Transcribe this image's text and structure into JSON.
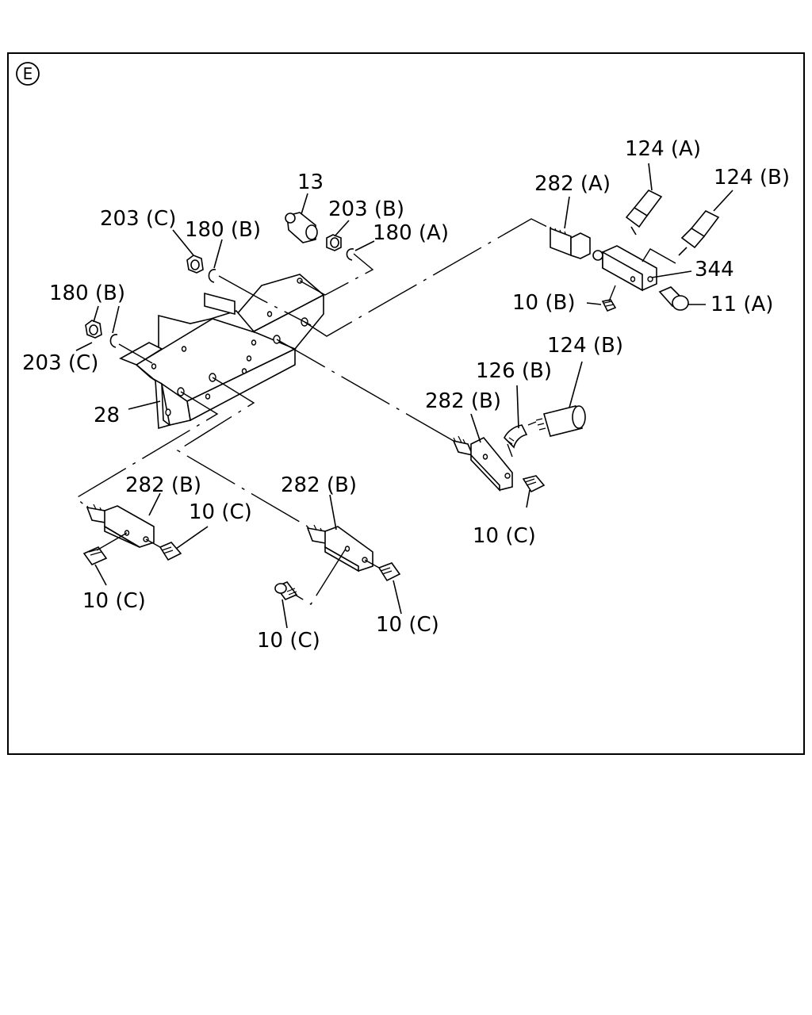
{
  "view_marker": "E",
  "labels": {
    "l13": "13",
    "l203b": "203 (B)",
    "l180a": "180 (A)",
    "l203c_top": "203 (C)",
    "l180b_top": "180 (B)",
    "l180b_left": "180 (B)",
    "l203c_left": "203 (C)",
    "l28": "28",
    "l282a": "282 (A)",
    "l124a": "124 (A)",
    "l124b_top": "124 (B)",
    "l344": "344",
    "l10b": "10 (B)",
    "l11a": "11 (A)",
    "l124b_mid": "124 (B)",
    "l126b": "126 (B)",
    "l282b_mid": "282 (B)",
    "l10c_mid": "10 (C)",
    "l282b_left": "282 (B)",
    "l10c_left_r": "10 (C)",
    "l10c_left_b": "10 (C)",
    "l282b_low": "282 (B)",
    "l10c_low_l": "10 (C)",
    "l10c_low_r": "10 (C)"
  }
}
